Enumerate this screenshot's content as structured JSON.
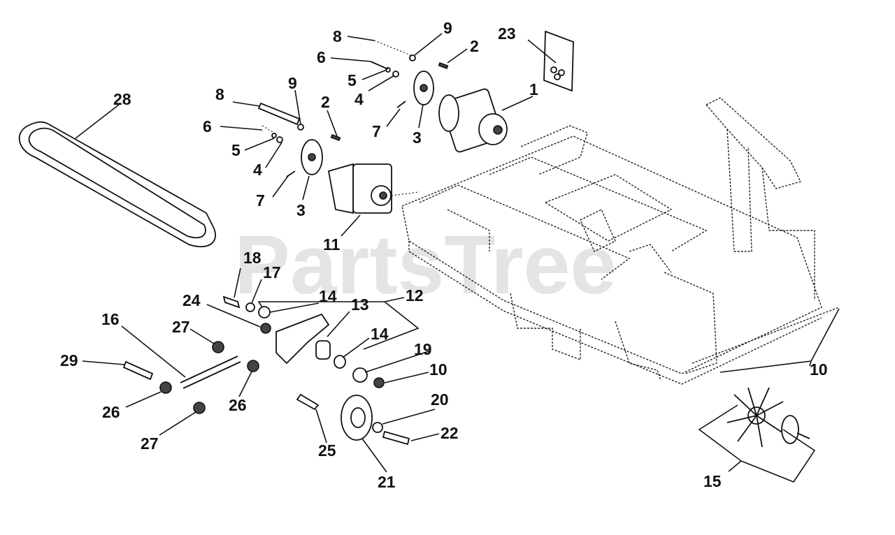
{
  "diagram": {
    "watermark": "PartsTree",
    "callouts": [
      {
        "id": "c-8a",
        "text": "8"
      },
      {
        "id": "c-9a",
        "text": "9"
      },
      {
        "id": "c-2a",
        "text": "2"
      },
      {
        "id": "c-6a",
        "text": "6"
      },
      {
        "id": "c-5a",
        "text": "5"
      },
      {
        "id": "c-4a",
        "text": "4"
      },
      {
        "id": "c-1",
        "text": "1"
      },
      {
        "id": "c-7a",
        "text": "7"
      },
      {
        "id": "c-3a",
        "text": "3"
      },
      {
        "id": "c-23",
        "text": "23"
      },
      {
        "id": "c-28",
        "text": "28"
      },
      {
        "id": "c-8b",
        "text": "8"
      },
      {
        "id": "c-9b",
        "text": "9"
      },
      {
        "id": "c-2b",
        "text": "2"
      },
      {
        "id": "c-6b",
        "text": "6"
      },
      {
        "id": "c-5b",
        "text": "5"
      },
      {
        "id": "c-4b",
        "text": "4"
      },
      {
        "id": "c-7b",
        "text": "7"
      },
      {
        "id": "c-3b",
        "text": "3"
      },
      {
        "id": "c-11",
        "text": "11"
      },
      {
        "id": "c-18",
        "text": "18"
      },
      {
        "id": "c-17",
        "text": "17"
      },
      {
        "id": "c-24",
        "text": "24"
      },
      {
        "id": "c-14a",
        "text": "14"
      },
      {
        "id": "c-13",
        "text": "13"
      },
      {
        "id": "c-12",
        "text": "12"
      },
      {
        "id": "c-16",
        "text": "16"
      },
      {
        "id": "c-27a",
        "text": "27"
      },
      {
        "id": "c-14b",
        "text": "14"
      },
      {
        "id": "c-29",
        "text": "29"
      },
      {
        "id": "c-19",
        "text": "19"
      },
      {
        "id": "c-10a",
        "text": "10"
      },
      {
        "id": "c-10b",
        "text": "10"
      },
      {
        "id": "c-26a",
        "text": "26"
      },
      {
        "id": "c-26b",
        "text": "26"
      },
      {
        "id": "c-20",
        "text": "20"
      },
      {
        "id": "c-22",
        "text": "22"
      },
      {
        "id": "c-27b",
        "text": "27"
      },
      {
        "id": "c-25",
        "text": "25"
      },
      {
        "id": "c-21",
        "text": "21"
      },
      {
        "id": "c-15",
        "text": "15"
      }
    ]
  }
}
